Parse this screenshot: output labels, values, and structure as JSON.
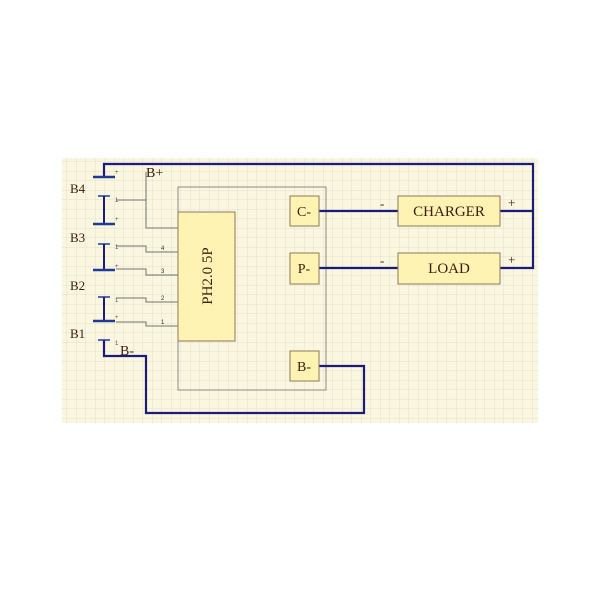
{
  "colors": {
    "paper": "#fbf6df",
    "grid": "#d7dcc8",
    "wire": "#1b1b7a",
    "thin_wire": "#707070",
    "block_fill": "#fff3b3",
    "block_border": "#8a7a5a",
    "text": "#3a1d12",
    "battery": "#1f3a9a"
  },
  "labels": {
    "bplus": "B+",
    "bminus": "B-",
    "cells": [
      "B4",
      "B3",
      "B2",
      "B1"
    ],
    "plus_sign": "+",
    "minus_sign": "-",
    "cell_small_plus": "+",
    "cell_small_minus": "1"
  },
  "connector": {
    "label": "PH2.0 5P",
    "pins": [
      "4",
      "3",
      "2",
      "1"
    ]
  },
  "terminals": {
    "cminus": "C-",
    "pminus": "P-",
    "bminus": "B-"
  },
  "devices": {
    "charger": "CHARGER",
    "load": "LOAD"
  }
}
